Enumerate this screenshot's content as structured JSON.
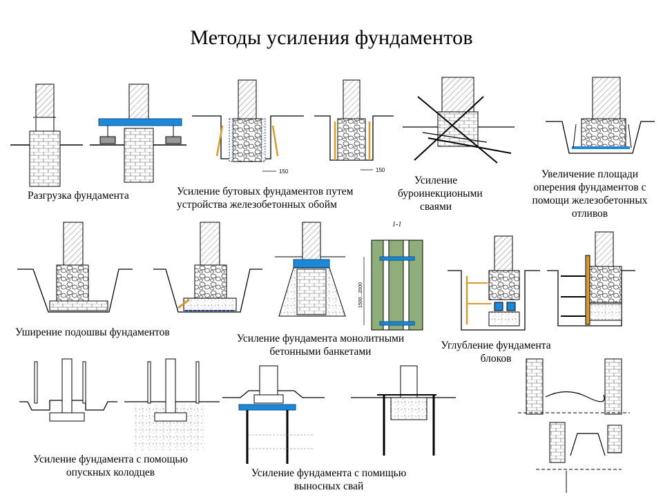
{
  "title": "Методы усиления фундаментов",
  "captions": {
    "unloading": "Разгрузка фундамента",
    "rubble_line1": "Усиление бутовых фундаментов путем",
    "rubble_line2": "устройства железобетонных обойм",
    "injection_line1": "Усиление",
    "injection_line2": "буроинекциоными",
    "injection_line3": "сваями",
    "area_line1": "Увеличение площади",
    "area_line2": "оперения фундаментов с",
    "area_line3": "помощи железобетонных",
    "area_line4": "отливов",
    "widening": "Уширение подошвы фундаментов",
    "banquet_line1": "Усиление фундамента монолитными",
    "banquet_line2": "бетонными банкетами",
    "deepening_line1": "Углубление фундамента",
    "deepening_line2": "блоков",
    "wells_line1": "Усиление фундамента с помощью",
    "wells_line2": "опускных колодцев",
    "piles_line1": "Усиление фундамента с помищью",
    "piles_line2": "выносных свай"
  },
  "drawing_labels": {
    "section": "1-1",
    "dim_150a": "150",
    "dim_150b": "150",
    "dim_height": "1500...2000"
  },
  "colors": {
    "beam_blue": "#1e88d8",
    "green_panel": "#8fae7a",
    "orange_frame": "#d79a2c",
    "line": "#000000",
    "concrete_dot": "#8a8a8a"
  }
}
